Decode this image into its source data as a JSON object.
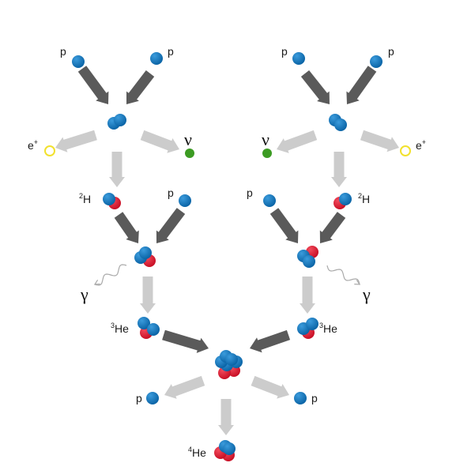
{
  "colors": {
    "proton": "#0a70b5",
    "neutron": "#e3102a",
    "neutrino": "#3c9b23",
    "positron_ring": "#f2e12d",
    "arrow_dark": "#5a5a5a",
    "arrow_light": "#cccccc",
    "wave": "#aaaaaa"
  },
  "labels": {
    "proton": "p",
    "positron_base": "e",
    "positron_sup": "+",
    "neutrino": "ν",
    "gamma": "γ",
    "deuterium_base": "H",
    "deuterium_sup": "2",
    "helium3_base": "He",
    "helium3_sup": "3",
    "helium4_base": "He",
    "helium4_sup": "4"
  }
}
